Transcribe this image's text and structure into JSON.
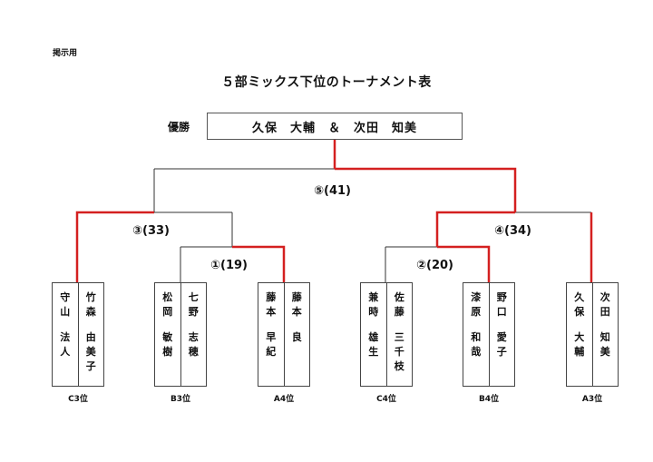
{
  "notice": "掲示用",
  "title": "５部ミックス下位のトーナメント表",
  "champion": {
    "label": "優勝",
    "names": "久保　大輔　＆　次田　知美"
  },
  "matches": [
    {
      "label": "①(19)"
    },
    {
      "label": "②(20)"
    },
    {
      "label": "③(33)"
    },
    {
      "label": "④(34)"
    },
    {
      "label": "⑤(41)"
    }
  ],
  "teams": [
    {
      "rank": "C3位",
      "players": [
        {
          "surname": [
            "守",
            "山"
          ],
          "given": [
            "法",
            "人"
          ]
        },
        {
          "surname": [
            "竹",
            "森"
          ],
          "given": [
            "由",
            "美",
            "子"
          ]
        }
      ]
    },
    {
      "rank": "B3位",
      "players": [
        {
          "surname": [
            "松",
            "岡"
          ],
          "given": [
            "敏",
            "樹"
          ]
        },
        {
          "surname": [
            "七",
            "野"
          ],
          "given": [
            "志",
            "穂"
          ]
        }
      ]
    },
    {
      "rank": "A4位",
      "players": [
        {
          "surname": [
            "藤",
            "本"
          ],
          "given": [
            "早",
            "紀"
          ]
        },
        {
          "surname": [
            "藤",
            "本"
          ],
          "given": [
            "良"
          ]
        }
      ]
    },
    {
      "rank": "C4位",
      "players": [
        {
          "surname": [
            "兼",
            "時"
          ],
          "given": [
            "雄",
            "生"
          ]
        },
        {
          "surname": [
            "佐",
            "藤"
          ],
          "given": [
            "三",
            "千",
            "枝"
          ]
        }
      ]
    },
    {
      "rank": "B4位",
      "players": [
        {
          "surname": [
            "漆",
            "原"
          ],
          "given": [
            "和",
            "哉"
          ]
        },
        {
          "surname": [
            "野",
            "口"
          ],
          "given": [
            "愛",
            "子"
          ]
        }
      ]
    },
    {
      "rank": "A3位",
      "players": [
        {
          "surname": [
            "久",
            "保"
          ],
          "given": [
            "大",
            "輔"
          ]
        },
        {
          "surname": [
            "次",
            "田"
          ],
          "given": [
            "知",
            "美"
          ]
        }
      ]
    }
  ],
  "colors": {
    "winner_line": "#d42020",
    "normal_line": "#333333"
  }
}
